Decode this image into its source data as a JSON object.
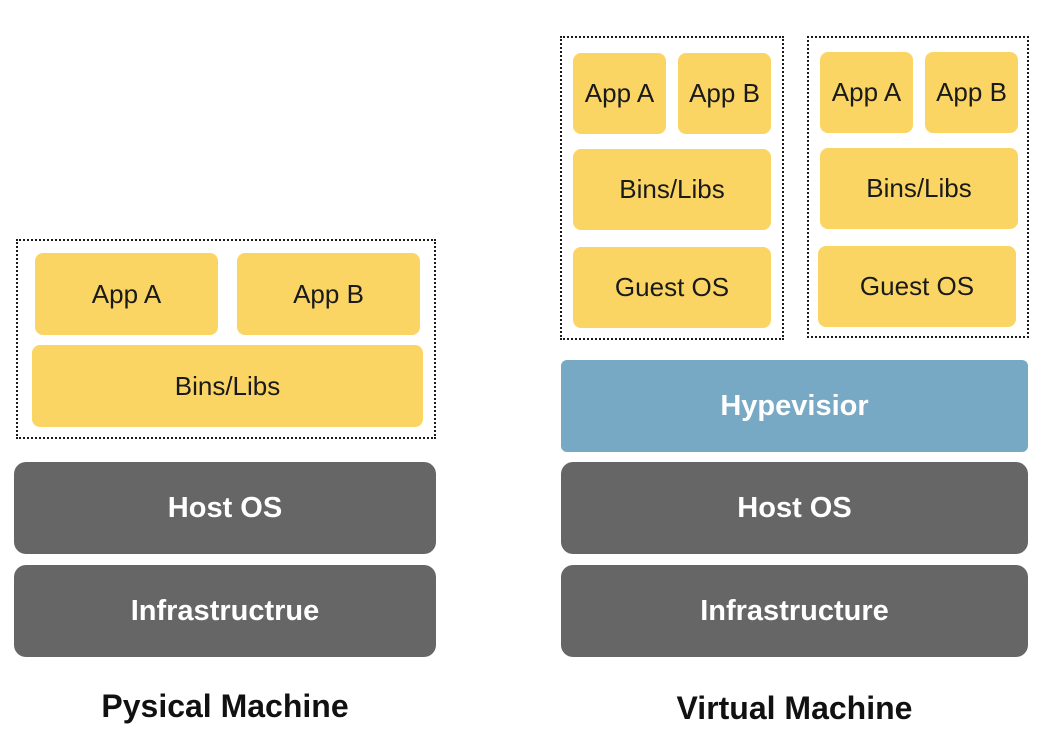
{
  "physical": {
    "app_a": "App A",
    "app_b": "App B",
    "bins_libs": "Bins/Libs",
    "host_os": "Host OS",
    "infrastructure": "Infrastructrue",
    "caption": "Pysical Machine"
  },
  "virtual": {
    "vms": [
      {
        "app_a": "App A",
        "app_b": "App B",
        "bins_libs": "Bins/Libs",
        "guest_os": "Guest OS"
      },
      {
        "app_a": "App A",
        "app_b": "App B",
        "bins_libs": "Bins/Libs",
        "guest_os": "Guest OS"
      }
    ],
    "hypervisor": "Hypevisior",
    "host_os": "Host OS",
    "infrastructure": "Infrastructure",
    "caption": "Virtual Machine"
  },
  "colors": {
    "app_layer": "#fbd564",
    "os_layer": "#666666",
    "hypervisor_layer": "#77a9c4"
  }
}
